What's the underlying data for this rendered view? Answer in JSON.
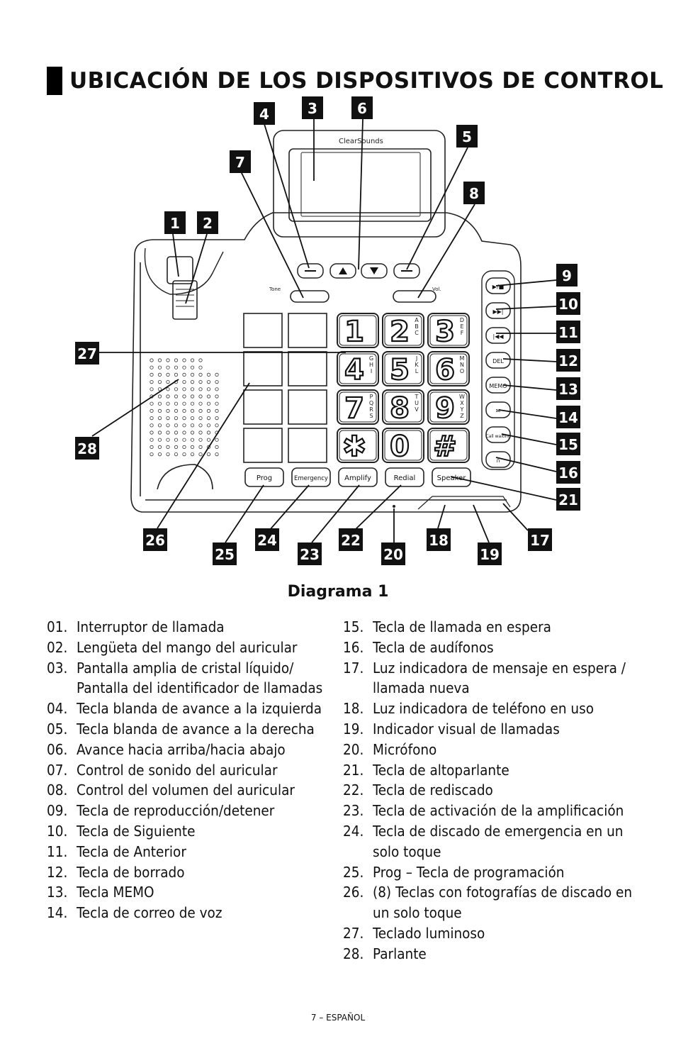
{
  "title": "UBICACIÓN DE LOS DISPOSITIVOS DE CONTROL",
  "caption": "Diagrama 1",
  "footer": "7 – ESPAÑOL",
  "phone": {
    "brand": "ClearSounds",
    "tone_label": "Tone",
    "vol_label": "Vol.",
    "keys": [
      {
        "digit": "1",
        "letters": ""
      },
      {
        "digit": "2",
        "letters": "A B C"
      },
      {
        "digit": "3",
        "letters": "D E F"
      },
      {
        "digit": "4",
        "letters": "G H I"
      },
      {
        "digit": "5",
        "letters": "J K L"
      },
      {
        "digit": "6",
        "letters": "M N O"
      },
      {
        "digit": "7",
        "letters": "P Q R S"
      },
      {
        "digit": "8",
        "letters": "T U V"
      },
      {
        "digit": "9",
        "letters": "W X Y Z"
      },
      {
        "digit": "✱",
        "letters": ""
      },
      {
        "digit": "0",
        "letters": ""
      },
      {
        "digit": "#",
        "letters": ""
      }
    ],
    "bottom_buttons": [
      "Prog",
      "Emergency",
      "Amplify",
      "Redial",
      "Speaker"
    ],
    "side_buttons": [
      "▶/■",
      "▶▶|",
      "|◀◀",
      "DEL",
      "MEMO",
      "✉",
      "Call waiting",
      "∩"
    ]
  },
  "callouts": [
    "1",
    "2",
    "3",
    "4",
    "5",
    "6",
    "7",
    "8",
    "9",
    "10",
    "11",
    "12",
    "13",
    "14",
    "15",
    "16",
    "17",
    "18",
    "19",
    "20",
    "21",
    "22",
    "23",
    "24",
    "25",
    "26",
    "27",
    "28"
  ],
  "legend_left": [
    {
      "num": "01.",
      "text": "Interruptor de llamada"
    },
    {
      "num": "02.",
      "text": "Lengüeta del mango del auricular"
    },
    {
      "num": "03.",
      "text": "Pantalla amplia de cristal líquido/ Pantalla del identificador de llamadas"
    },
    {
      "num": "04.",
      "text": "Tecla blanda de avance a la izquierda"
    },
    {
      "num": "05.",
      "text": "Tecla blanda de avance a la derecha"
    },
    {
      "num": "06.",
      "text": "Avance hacia arriba/hacia abajo"
    },
    {
      "num": "07.",
      "text": "Control de sonido del auricular"
    },
    {
      "num": "08.",
      "text": "Control del volumen del auricular"
    },
    {
      "num": "09.",
      "text": "Tecla de reproducción/detener"
    },
    {
      "num": "10.",
      "text": "Tecla de Siguiente"
    },
    {
      "num": "11.",
      "text": "Tecla de Anterior"
    },
    {
      "num": "12.",
      "text": "Tecla de borrado"
    },
    {
      "num": "13.",
      "text": "Tecla MEMO"
    },
    {
      "num": "14.",
      "text": "Tecla de correo de voz"
    }
  ],
  "legend_right": [
    {
      "num": "15.",
      "text": "Tecla de llamada en espera"
    },
    {
      "num": "16.",
      "text": "Tecla de audífonos"
    },
    {
      "num": "17.",
      "text": "Luz indicadora de mensaje en espera / llamada nueva"
    },
    {
      "num": "18.",
      "text": "Luz indicadora de teléfono en uso"
    },
    {
      "num": "19.",
      "text": "Indicador visual de llamadas"
    },
    {
      "num": "20.",
      "text": "Micrófono"
    },
    {
      "num": "21.",
      "text": "Tecla de altoparlante"
    },
    {
      "num": "22.",
      "text": "Tecla de rediscado"
    },
    {
      "num": "23.",
      "text": "Tecla de activación de la amplificación"
    },
    {
      "num": "24.",
      "text": "Tecla de discado de emergencia en un solo toque"
    },
    {
      "num": "25.",
      "text": "Prog – Tecla de programación"
    },
    {
      "num": "26.",
      "text": "(8) Teclas con fotografías de discado en un solo toque"
    },
    {
      "num": "27.",
      "text": "Teclado luminoso"
    },
    {
      "num": "28.",
      "text": "Parlante"
    }
  ]
}
